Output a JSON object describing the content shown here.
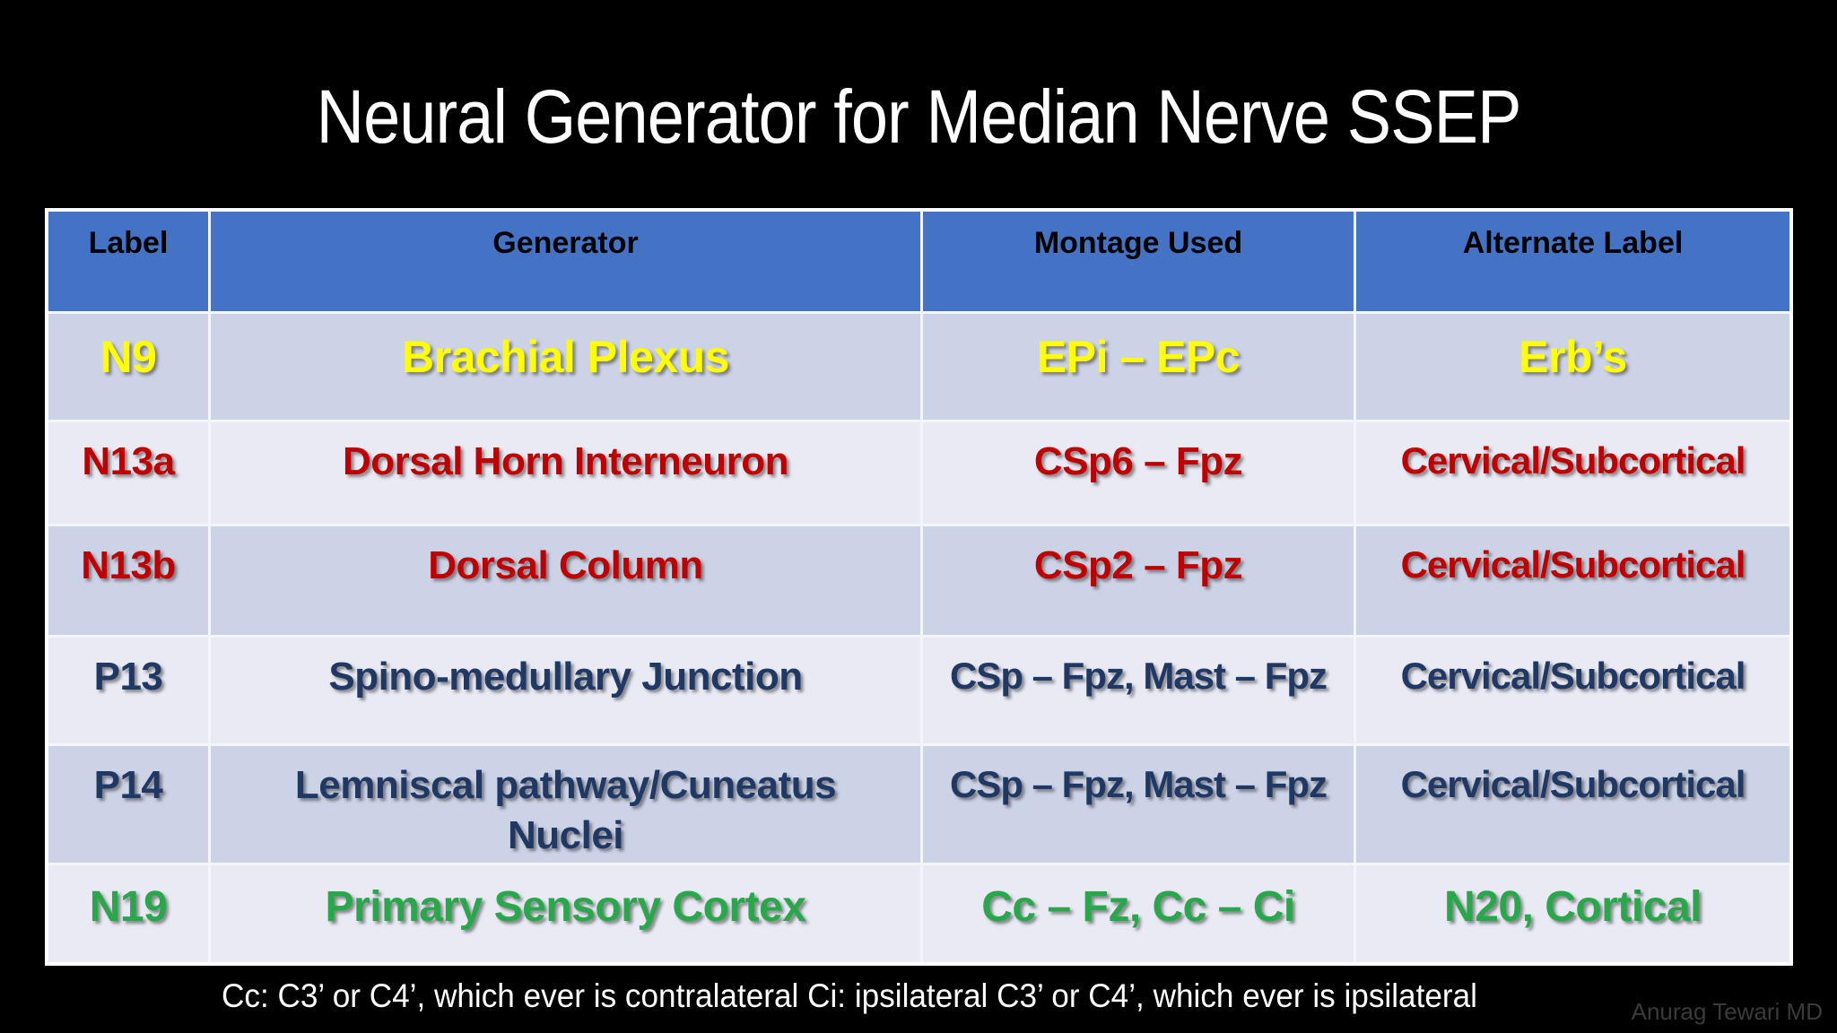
{
  "slide": {
    "title": "Neural Generator for Median Nerve SSEP",
    "footnote": "Cc: C3’ or C4’, which ever is contralateral Ci: ipsilateral C3’ or C4’, which ever is ipsilateral",
    "watermark": "Anurag Tewari MD"
  },
  "colors": {
    "background": "#000000",
    "title_text": "#FFFFFF",
    "header_bg": "#4472C4",
    "header_text": "#000000",
    "band_dark": "#CDD3E6",
    "band_light": "#E9EAF4",
    "row_n9_text": "#FFFF00",
    "row_n13_text": "#C00000",
    "row_p13_p14_text": "#1F3864",
    "row_n19_text": "#29A84B",
    "table_border": "#FFFFFF"
  },
  "table": {
    "columns": [
      "Label",
      "Generator",
      "Montage Used",
      "Alternate Label"
    ],
    "rows": [
      {
        "label": "N9",
        "generator": "Brachial Plexus",
        "montage": "EPi – EPc",
        "alternate": "Erb’s",
        "text_color": "#FFFF00",
        "band": "dark"
      },
      {
        "label": "N13a",
        "generator": "Dorsal Horn Interneuron",
        "montage": "CSp6 – Fpz",
        "alternate": "Cervical/Subcortical",
        "text_color": "#C00000",
        "band": "light"
      },
      {
        "label": "N13b",
        "generator": "Dorsal Column",
        "montage": "CSp2 – Fpz",
        "alternate": "Cervical/Subcortical",
        "text_color": "#C00000",
        "band": "dark"
      },
      {
        "label": "P13",
        "generator": "Spino-medullary Junction",
        "montage": "CSp – Fpz, Mast – Fpz",
        "alternate": "Cervical/Subcortical",
        "text_color": "#1F3864",
        "band": "light"
      },
      {
        "label": "P14",
        "generator": "Lemniscal pathway/Cuneatus Nuclei",
        "montage": "CSp – Fpz, Mast – Fpz",
        "alternate": "Cervical/Subcortical",
        "text_color": "#1F3864",
        "band": "dark"
      },
      {
        "label": "N19",
        "generator": "Primary Sensory Cortex",
        "montage": "Cc – Fz, Cc – Ci",
        "alternate": "N20, Cortical",
        "text_color": "#29A84B",
        "band": "light"
      }
    ]
  }
}
